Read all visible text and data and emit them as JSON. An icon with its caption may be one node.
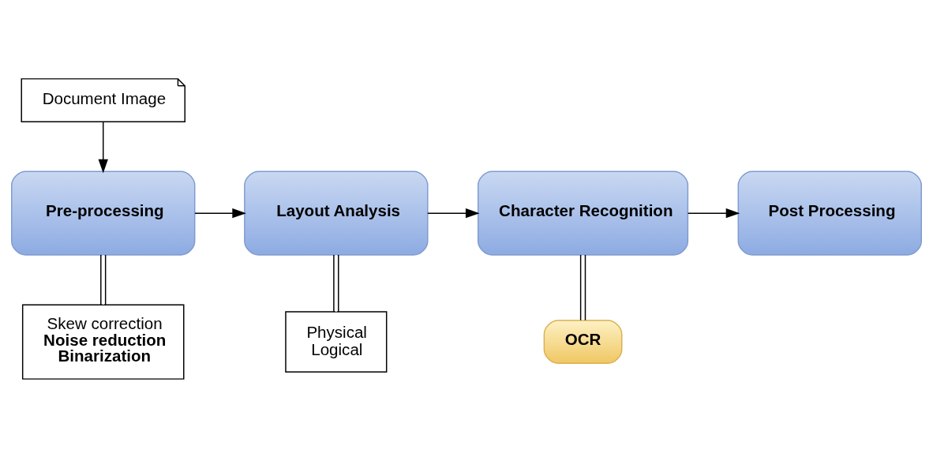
{
  "diagram": {
    "nodes": [
      {
        "text": [
          "Document Image"
        ]
      },
      {
        "text": [
          "Pre-processing"
        ]
      },
      {
        "text": [
          "Layout Analysis"
        ]
      },
      {
        "text": [
          "Character Recognition"
        ]
      },
      {
        "text": [
          "Post Processing"
        ]
      },
      {
        "text": [
          "Skew correction",
          "Noise reduction",
          "Binarization"
        ]
      },
      {
        "text": [
          "Physical",
          "Logical"
        ]
      },
      {
        "text": [
          "OCR"
        ]
      }
    ],
    "edges": [
      {
        "from": 0,
        "to": 1,
        "arrow": "to"
      },
      {
        "from": 1,
        "to": 2,
        "arrow": "to"
      },
      {
        "from": 2,
        "to": 3,
        "arrow": "to"
      },
      {
        "from": 3,
        "to": 4,
        "arrow": "to"
      },
      {
        "from": 1,
        "to": 5,
        "arrow": "none"
      },
      {
        "from": 2,
        "to": 6,
        "arrow": "none"
      },
      {
        "from": 3,
        "to": 7,
        "arrow": "none"
      }
    ]
  }
}
